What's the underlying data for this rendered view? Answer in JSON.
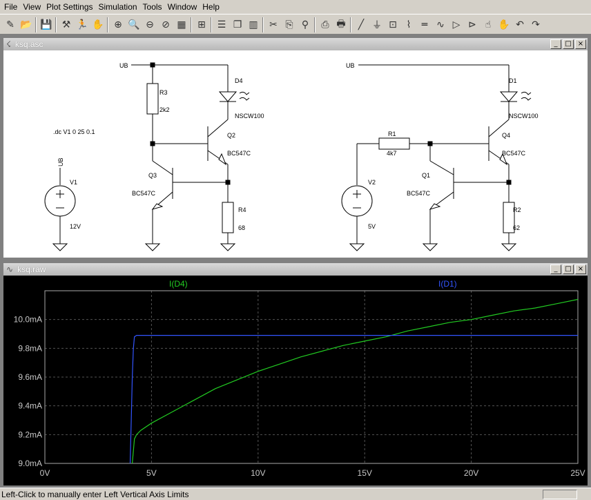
{
  "menu": {
    "items": [
      {
        "label": "File"
      },
      {
        "label": "View"
      },
      {
        "label": "Plot Settings"
      },
      {
        "label": "Simulation"
      },
      {
        "label": "Tools"
      },
      {
        "label": "Window"
      },
      {
        "label": "Help"
      }
    ]
  },
  "toolbar": {
    "icons": [
      "new-schematic-icon",
      "open-icon",
      "save-icon",
      "control-panel-icon",
      "run-icon",
      "halt-icon",
      "zoom-in-icon",
      "zoom-area-icon",
      "zoom-out-icon",
      "zoom-cancel-icon",
      "autorange-icon",
      "mark-icon",
      "tile-horizontal-icon",
      "cascade-icon",
      "tile-vertical-icon",
      "cut-icon",
      "copy-icon",
      "find-icon",
      "print-preview-icon",
      "print-icon",
      "wire-icon",
      "ground-icon",
      "label-icon",
      "resistor-icon",
      "capacitor-icon",
      "inductor-icon",
      "diode-icon",
      "component-icon",
      "move-icon",
      "drag-icon",
      "undo-icon",
      "redo-icon"
    ]
  },
  "schematic": {
    "title": "ksq.asc",
    "directive": ".dc V1 0 25 0.1",
    "left": {
      "ub": "UB",
      "v1_name": "V1",
      "v1_value": "12V",
      "v1_net": "UB",
      "r3_name": "R3",
      "r3_value": "2k2",
      "d4_name": "D4",
      "d4_model": "NSCW100",
      "q2_name": "Q2",
      "q2_model": "BC547C",
      "q3_name": "Q3",
      "q3_model": "BC547C",
      "r4_name": "R4",
      "r4_value": "68"
    },
    "right": {
      "ub": "UB",
      "v2_name": "V2",
      "v2_value": "5V",
      "r1_name": "R1",
      "r1_value": "4k7",
      "d1_name": "D1",
      "d1_model": "NSCW100",
      "q4_name": "Q4",
      "q4_model": "BC547C",
      "q1_name": "Q1",
      "q1_model": "BC547C",
      "r2_name": "R2",
      "r2_value": "62"
    }
  },
  "plot": {
    "title": "ksq.raw"
  },
  "chart_data": {
    "type": "line",
    "background": "#000000",
    "grid": true,
    "xlim": [
      0,
      25
    ],
    "ylim": [
      9.0,
      10.2
    ],
    "x_ticks": [
      0,
      5,
      10,
      15,
      20,
      25
    ],
    "x_tick_labels": [
      "0V",
      "5V",
      "10V",
      "15V",
      "20V",
      "25V"
    ],
    "y_ticks": [
      9.0,
      9.2,
      9.4,
      9.6,
      9.8,
      10.0
    ],
    "y_tick_labels": [
      "9.0mA",
      "9.2mA",
      "9.4mA",
      "9.6mA",
      "9.8mA",
      "10.0mA"
    ],
    "series": [
      {
        "name": "I(D4)",
        "color": "#22cc22",
        "x": [
          4.1,
          4.2,
          4.3,
          4.5,
          5,
          6,
          7,
          8,
          9,
          10,
          11,
          12,
          13,
          14,
          15,
          16,
          17,
          18,
          19,
          20,
          21,
          22,
          23,
          24,
          25
        ],
        "y": [
          9.0,
          9.17,
          9.2,
          9.23,
          9.28,
          9.36,
          9.44,
          9.52,
          9.58,
          9.64,
          9.69,
          9.74,
          9.78,
          9.82,
          9.85,
          9.88,
          9.92,
          9.95,
          9.98,
          10.0,
          10.03,
          10.06,
          10.08,
          10.11,
          10.14
        ]
      },
      {
        "name": "I(D1)",
        "color": "#3355ff",
        "x": [
          4.0,
          4.05,
          4.1,
          4.15,
          4.2,
          4.3,
          4.5,
          5,
          10,
          15,
          20,
          25
        ],
        "y": [
          9.0,
          9.3,
          9.6,
          9.8,
          9.88,
          9.89,
          9.89,
          9.89,
          9.89,
          9.89,
          9.89,
          9.89
        ]
      }
    ]
  },
  "status": {
    "text": "Left-Click to manually enter Left Vertical Axis Limits"
  },
  "colors": {
    "wire": "#000000",
    "plot_grid": "#555555",
    "axis_text": "#c8c8c8"
  }
}
